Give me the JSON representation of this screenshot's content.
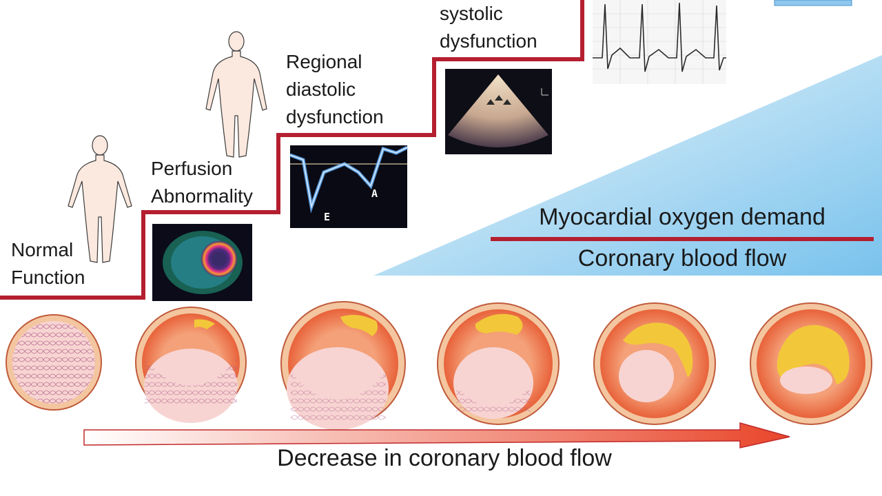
{
  "steps": [
    {
      "lines": [
        "Normal",
        "Function"
      ]
    },
    {
      "lines": [
        "Perfusion",
        "Abnormality"
      ]
    },
    {
      "lines": [
        "Regional",
        "diastolic",
        "dysfunction"
      ]
    },
    {
      "lines": [
        "systolic",
        "dysfunction"
      ]
    }
  ],
  "doppler": {
    "letter_e": "E",
    "letter_a": "A"
  },
  "wedge": {
    "top_label": "Myocardial oxygen demand",
    "bottom_label": "Coronary blood flow"
  },
  "arrow": {
    "label": "Decrease in coronary blood flow"
  },
  "colors": {
    "staircase": "#b41f30",
    "wedge_light": "#e8f4fb",
    "wedge_dark": "#7cc3ec",
    "vessel_wall": "#f07a50",
    "plaque": "#f2c83a",
    "lumen": "#f7d4d2"
  }
}
